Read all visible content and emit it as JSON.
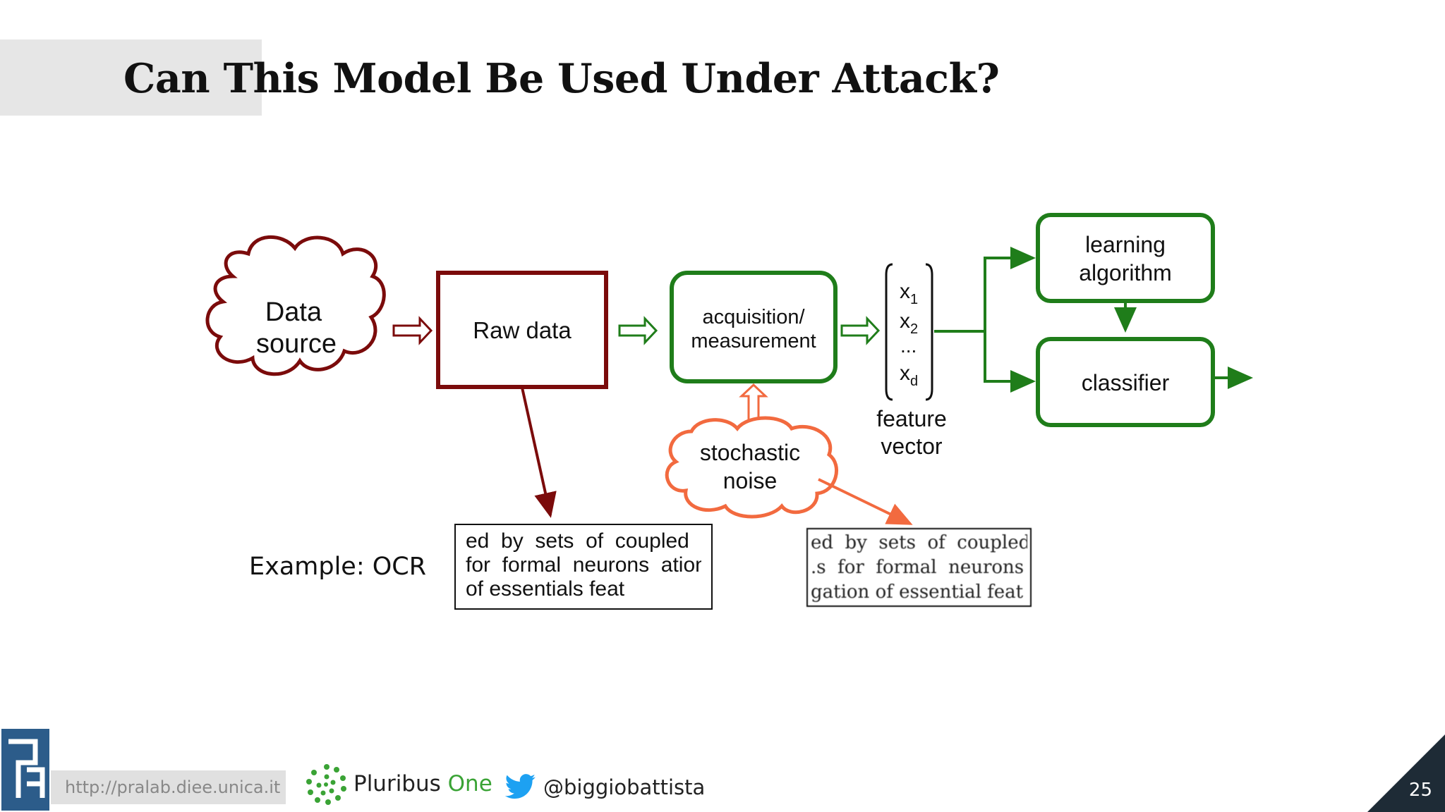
{
  "slide": {
    "title": "Can This Model Be Used Under Attack?",
    "page_number": "25"
  },
  "diagram": {
    "data_source_line1": "Data",
    "data_source_line2": "source",
    "raw_data": "Raw data",
    "acquisition_line1": "acquisition/",
    "acquisition_line2": "measurement",
    "feature_x1": "x",
    "feature_x1_sub": "1",
    "feature_x2": "x",
    "feature_x2_sub": "2",
    "feature_dots": "...",
    "feature_xd": "x",
    "feature_xd_sub": "d",
    "feature_label_line1": "feature",
    "feature_label_line2": "vector",
    "learning_line1": "learning",
    "learning_line2": "algorithm",
    "classifier": "classifier",
    "noise_line1": "stochastic",
    "noise_line2": "noise",
    "colors": {
      "source": "#7b0b0b",
      "pipeline": "#1f7d1a",
      "noise": "#f26a3f"
    }
  },
  "example": {
    "label": "Example: OCR",
    "clean_lines": [
      "ed  by  sets  of  coupled  s",
      "for  formal  neurons  ation",
      "of essentials feat"
    ],
    "noisy_lines": [
      "ed  by  sets  of  coupled",
      ".s  for  formal  neurons",
      "gation of essential feat"
    ]
  },
  "footer": {
    "url": "http://pralab.diee.unica.it",
    "pluribus": "Pluribus",
    "pluribus_one": "One",
    "twitter_handle": "@biggiobattista",
    "logo_icon": "pralab-logo-icon",
    "twitter_icon": "twitter-bird-icon",
    "pluribus_icon": "pluribus-dots-icon"
  }
}
